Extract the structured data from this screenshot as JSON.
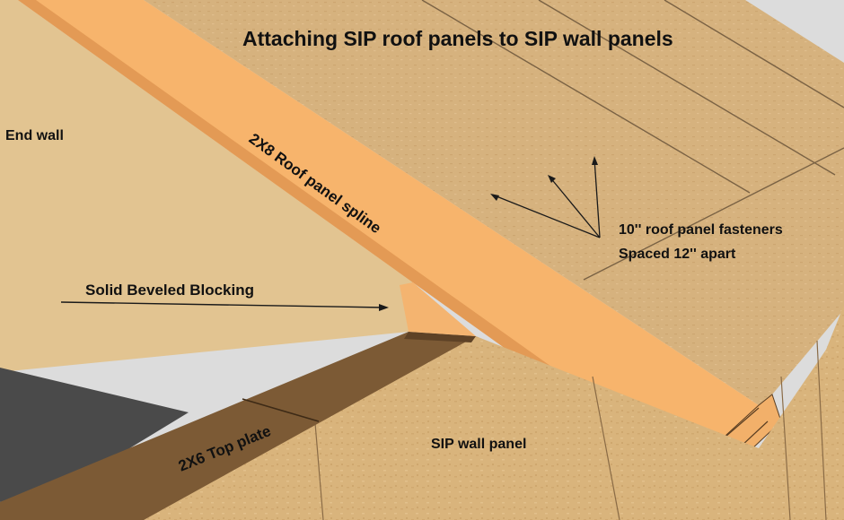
{
  "diagram": {
    "title": "Attaching SIP roof panels to SIP wall panels",
    "labels": {
      "end_wall": "End wall",
      "roof_spline": "2X8 Roof panel spline",
      "solid_blocking": "Solid Beveled Blocking",
      "fasteners": "10'' roof panel fasteners",
      "spacing": "Spaced 12'' apart",
      "sip_wall": "SIP wall panel",
      "top_plate": "2X6 Top plate"
    }
  },
  "colors": {
    "osb_light": "#e2c491",
    "osb_mid": "#d3ad71",
    "osb_dark": "#b98d52",
    "lumber": "#f7b46c",
    "lumber_shadow": "#e39a55",
    "top_plate": "#7c5a35",
    "floor": "#4a4a4a",
    "sky": "#dcdcdc"
  }
}
